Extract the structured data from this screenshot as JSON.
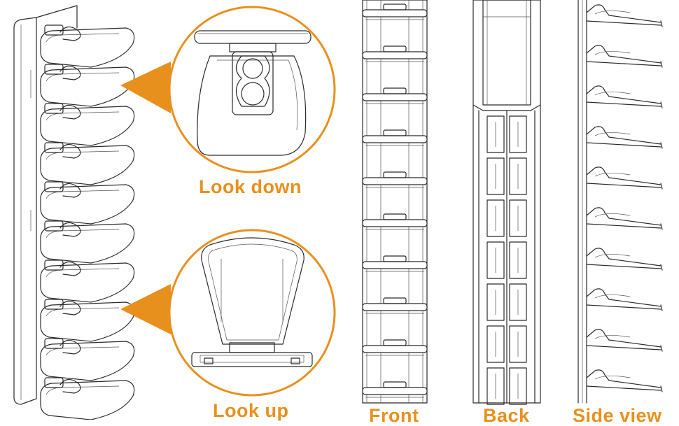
{
  "captions": {
    "look_down": "Look down",
    "look_up": "Look up",
    "front": "Front",
    "back": "Back",
    "side_view": "Side view"
  },
  "colors": {
    "accent": "#e8901e",
    "line": "#2b2b2b",
    "background": "#ffffff"
  }
}
